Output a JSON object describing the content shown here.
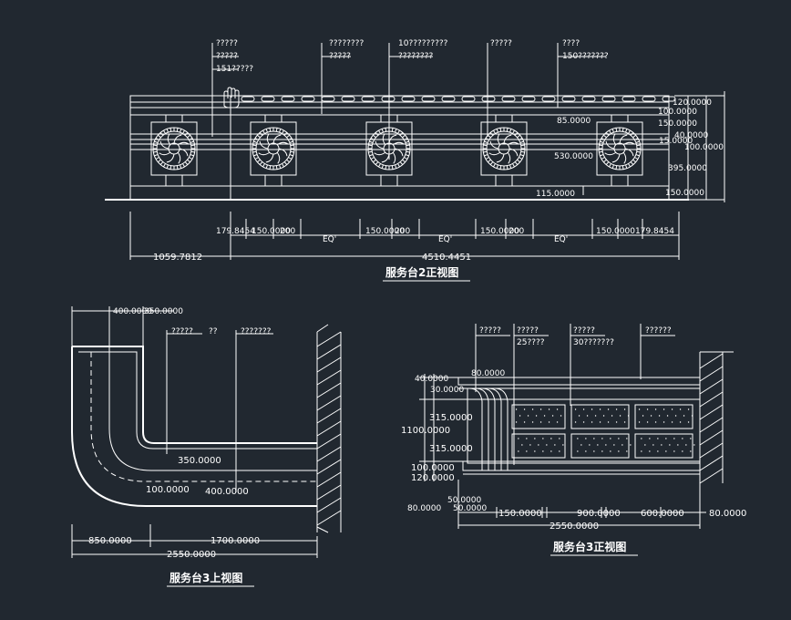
{
  "drawings": {
    "front2": {
      "title": "服务台2正视图",
      "callouts": [
        "?????",
        "?????",
        "151?????",
        "????????",
        "?????",
        "10?????????",
        "????????",
        "?????",
        "????",
        "150???????"
      ],
      "dims_right": [
        "120.0000",
        "100.0000",
        "85.0000",
        "150.0000",
        "40.0000",
        "15.0000",
        "100.0000",
        "530.0000",
        "395.0000",
        "150.0000",
        "115.0000"
      ],
      "dims_bottom": [
        "179.8454",
        "150.0000",
        "200",
        "EQ'",
        "150.0000",
        "200",
        "EQ'",
        "150.0000",
        "200",
        "EQ'",
        "150.0000",
        "179.8454"
      ],
      "total_left": "1059.7812",
      "total_main": "4510.4451"
    },
    "top3": {
      "title": "服务台3上视图",
      "callouts": [
        "?????",
        "??",
        "???????"
      ],
      "dims": [
        "400.0000",
        "350.0000",
        "350.0000",
        "100.0000",
        "400.0000",
        "850.0000",
        "1700.0000",
        "2550.0000"
      ]
    },
    "front3": {
      "title": "服务台3正视图",
      "callouts": [
        "?????",
        "?????",
        "25????",
        "?????",
        "30???????",
        "??????",
        "??????"
      ],
      "dims_left": [
        "80.0000",
        "40.0000",
        "30.0000",
        "315.0000",
        "1100.0000",
        "315.0000",
        "100.0000",
        "120.0000",
        "50.0000",
        "80.0000",
        "50.0000"
      ],
      "dims_bottom": [
        "150.0000",
        "900.0000",
        "600.0000",
        "80.0000"
      ],
      "total": "2550.0000"
    }
  },
  "colors": {
    "background": "#212830",
    "lines": "#ffffff"
  },
  "cursor_icon": "hand-pointer-icon"
}
